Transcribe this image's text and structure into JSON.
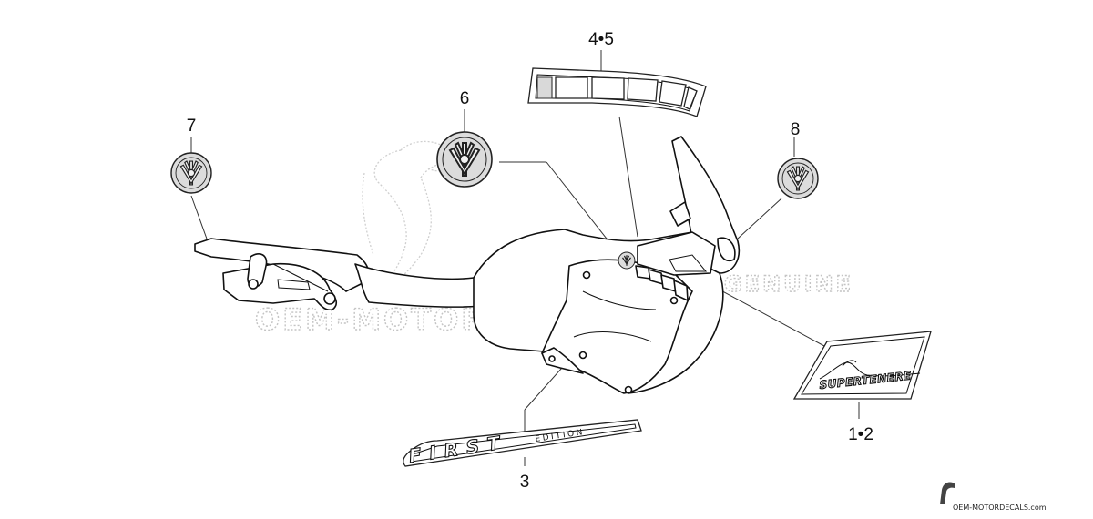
{
  "callouts": {
    "c12": "1•2",
    "c3": "3",
    "c45": "4•5",
    "c6": "6",
    "c7": "7",
    "c8": "8"
  },
  "decals": {
    "first_word": "FIRST",
    "edition_word": "EDITION",
    "model_word": "SUPERTENERE"
  },
  "watermark": {
    "line1": "OEM-MOTORDECALS.com",
    "line2": "GENUINE"
  },
  "footer": {
    "site": "OEM-MOTORDECALS.com"
  },
  "icons": [
    "tuning-fork-emblem-icon",
    "watermark-logo-icon"
  ]
}
